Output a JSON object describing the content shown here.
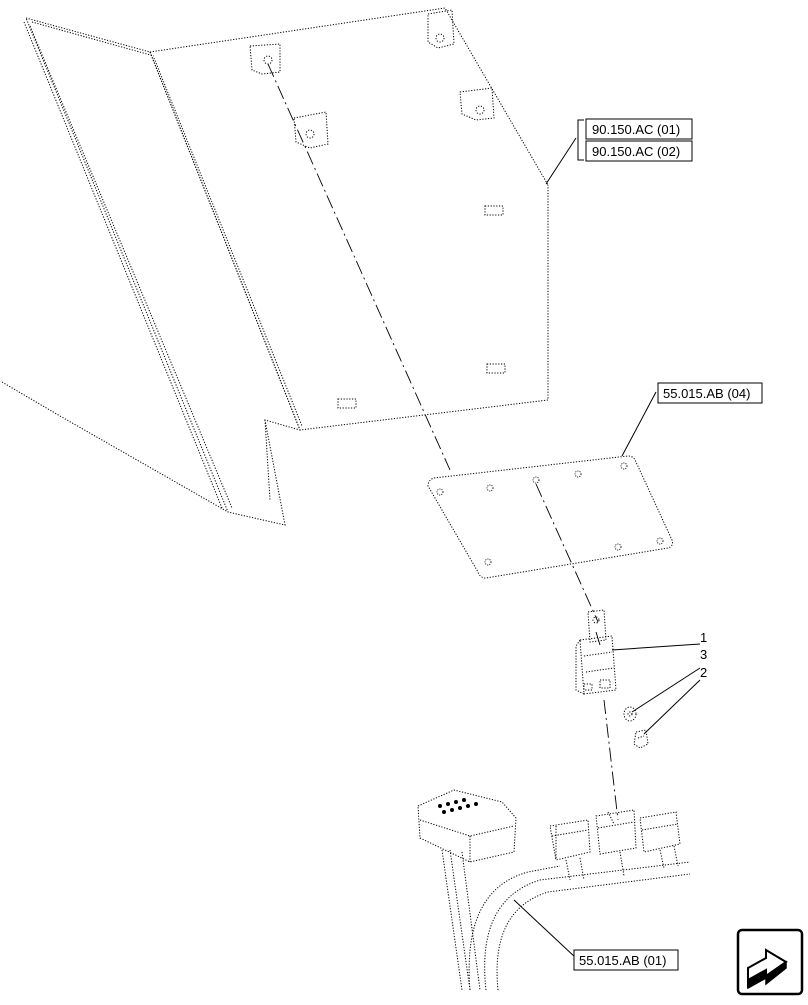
{
  "references": {
    "ref_90_150_ac_01": "90.150.AC (01)",
    "ref_90_150_ac_02": "90.150.AC (02)",
    "ref_55_015_ab_04": "55.015.AB (04)",
    "ref_55_015_ab_01": "55.015.AB (01)"
  },
  "item_numbers": {
    "item_1": "1",
    "item_2": "2",
    "item_3": "3"
  },
  "icons": {
    "next_page": "next-page-arrow-icon"
  }
}
